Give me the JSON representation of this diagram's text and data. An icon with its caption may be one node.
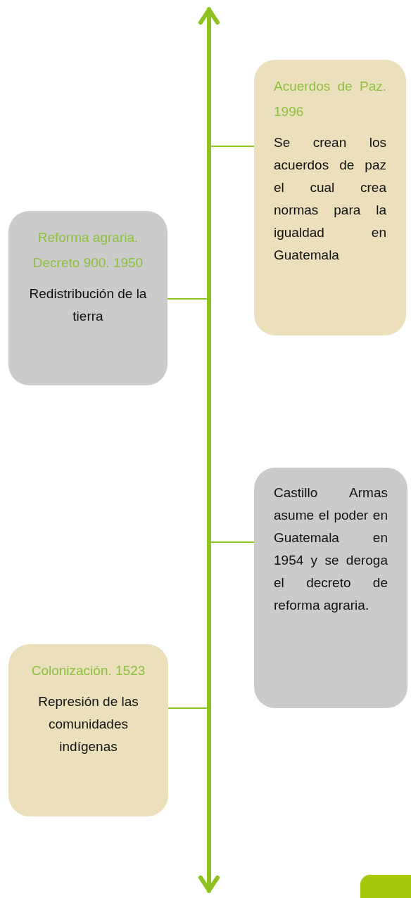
{
  "diagram": {
    "nodes": [
      {
        "text": [
          "Acuerdos de Paz. 1996",
          "Se crean los acuerdos de paz el cual crea normas para la igualdad en Guatemala"
        ]
      },
      {
        "text": [
          "Reforma agraria. Decreto 900. 1950",
          "Redistribución de la tierra"
        ]
      },
      {
        "text": [
          "Castillo Armas asume el poder en Guatemala en 1954 y se deroga el decreto de reforma agraria."
        ]
      },
      {
        "text": [
          "Colonización. 1523",
          "Represión de las comunidades indígenas"
        ]
      },
      {
        "text": [],
        "shape": "bar"
      }
    ],
    "edges": [
      {
        "from": 0,
        "to": 4,
        "arrow": "none"
      },
      {
        "from": 1,
        "to": 4,
        "arrow": "none"
      },
      {
        "from": 2,
        "to": 4,
        "arrow": "none"
      },
      {
        "from": 3,
        "to": 4,
        "arrow": "none"
      }
    ]
  }
}
